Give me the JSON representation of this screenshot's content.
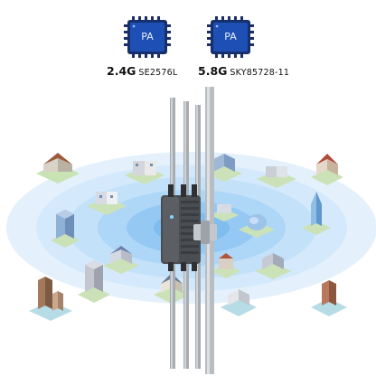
{
  "chips": [
    {
      "name": "PA",
      "band": "2.4G",
      "part": "SE2576L"
    },
    {
      "name": "PA",
      "band": "5.8G",
      "part": "SKY85728-11"
    }
  ],
  "colors": {
    "chip_outer": "#16306b",
    "chip_inner": "#1d4fb4",
    "chip_text": "#e8f0ff",
    "signal_outer": "#dcecfb",
    "signal_inner": "#7fbff0",
    "pole": "#a6abb0",
    "device": "#4a4d52"
  },
  "icons": [
    "pa-chip-icon",
    "access-point-device-icon",
    "city-building-icon"
  ]
}
